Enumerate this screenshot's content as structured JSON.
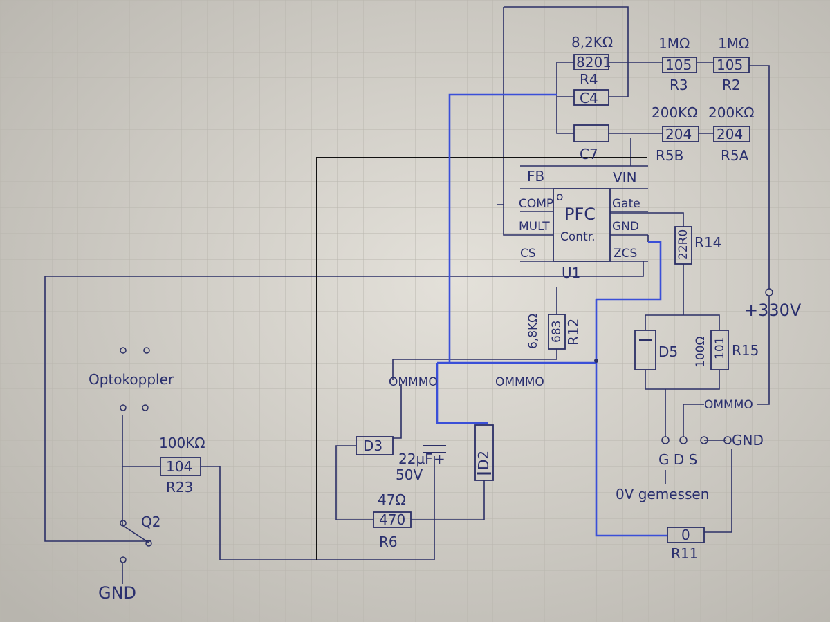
{
  "diagram": {
    "chip": {
      "pin_fb": "FB",
      "pin_vin": "VIN",
      "pin_comp": "COMP",
      "pin_mult": "MULT",
      "pin_cs": "CS",
      "pin_gate": "Gate",
      "pin_gnd": "GND",
      "pin_zcs": "ZCS",
      "title_1": "PFC",
      "title_2": "Contr.",
      "ref": "U1",
      "pin1_mark": "o"
    },
    "resistors": {
      "r4": {
        "value": "8,2KΩ",
        "code": "8201",
        "ref": "R4"
      },
      "r3": {
        "value": "1MΩ",
        "code": "105",
        "ref": "R3"
      },
      "r2": {
        "value": "1MΩ",
        "code": "105",
        "ref": "R2"
      },
      "r5b": {
        "value": "200KΩ",
        "code": "204",
        "ref": "R5B"
      },
      "r5a": {
        "value": "200KΩ",
        "code": "204",
        "ref": "R5A"
      },
      "r14": {
        "code": "22R0",
        "ref": "R14"
      },
      "r12": {
        "value": "6,8KΩ",
        "code": "683",
        "ref": "R12"
      },
      "r15": {
        "value": "100Ω",
        "code": "101",
        "ref": "R15"
      },
      "r23": {
        "value": "100KΩ",
        "code": "104",
        "ref": "R23"
      },
      "r6": {
        "value": "47Ω",
        "code": "470",
        "ref": "R6"
      },
      "r11": {
        "code": "0",
        "ref": "R11"
      }
    },
    "capacitors": {
      "c4": {
        "ref": "C4"
      },
      "c7": {
        "ref": "C7"
      },
      "c_elko": {
        "value_1": "22µF",
        "value_2": "50V",
        "plus": "+"
      }
    },
    "diodes": {
      "d3": {
        "ref": "D3"
      },
      "d2": {
        "ref": "D2"
      },
      "d5": {
        "ref": "D5"
      }
    },
    "labels": {
      "v330": "+330V",
      "optokoppler": "Optokoppler",
      "q2": "Q2",
      "gnd_left": "GND",
      "gnd_right": "GND",
      "gds": "G  D  S",
      "measured": "0V gemessen",
      "coil_1": "OMMMO",
      "coil_2": "OMMMO",
      "coil_3": "OMMMO"
    },
    "colors": {
      "paper": "#d9d6cf",
      "ink": "#2b2f66",
      "blue_marker": "#3a4fd8",
      "black_marker": "#111111"
    }
  }
}
